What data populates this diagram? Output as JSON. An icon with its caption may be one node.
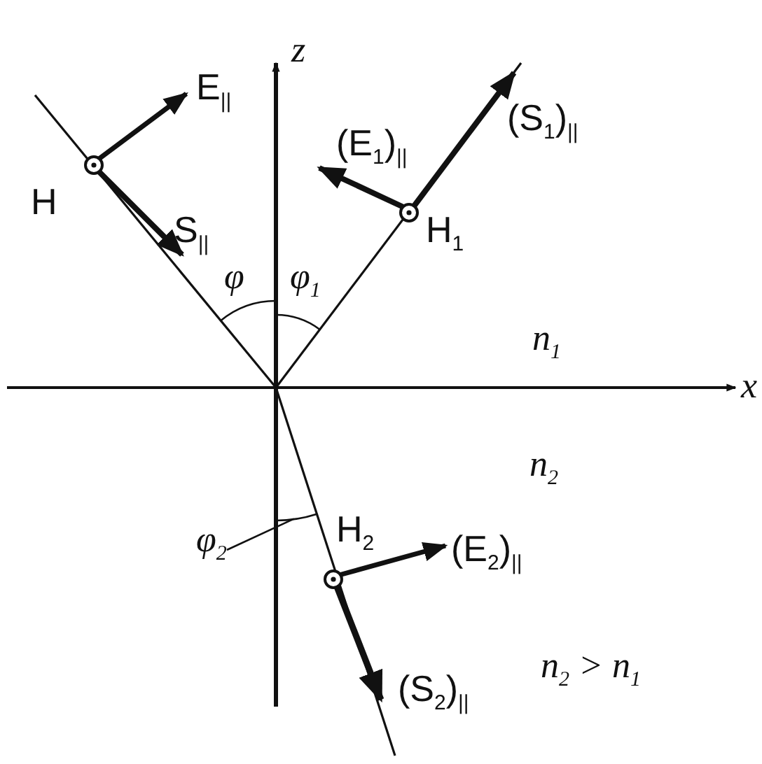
{
  "diagram": {
    "nodes": [
      {
        "text": [
          "φ$_{2}$"
        ]
      },
      {
        "text": [],
        "shape": "arc"
      }
    ],
    "edges": [
      {
        "from": 0,
        "to": 1,
        "arrow": "none"
      }
    ],
    "labels": [
      "z",
      "E$_{||}$",
      "(E$_{1}$)$_{||}$",
      "(S$_{1}$)$_{||}$",
      "H",
      "S$_{||}$",
      "H$_{1}$",
      "φ",
      "φ$_{1}$",
      "n$_{1}$",
      "x",
      "n$_{2}$",
      "H$_{2}$",
      "(E$_{2}$)$_{||}$",
      "(S$_{2}$)$_{||}$",
      "n$_{2}$ > n$_{1}$"
    ]
  }
}
